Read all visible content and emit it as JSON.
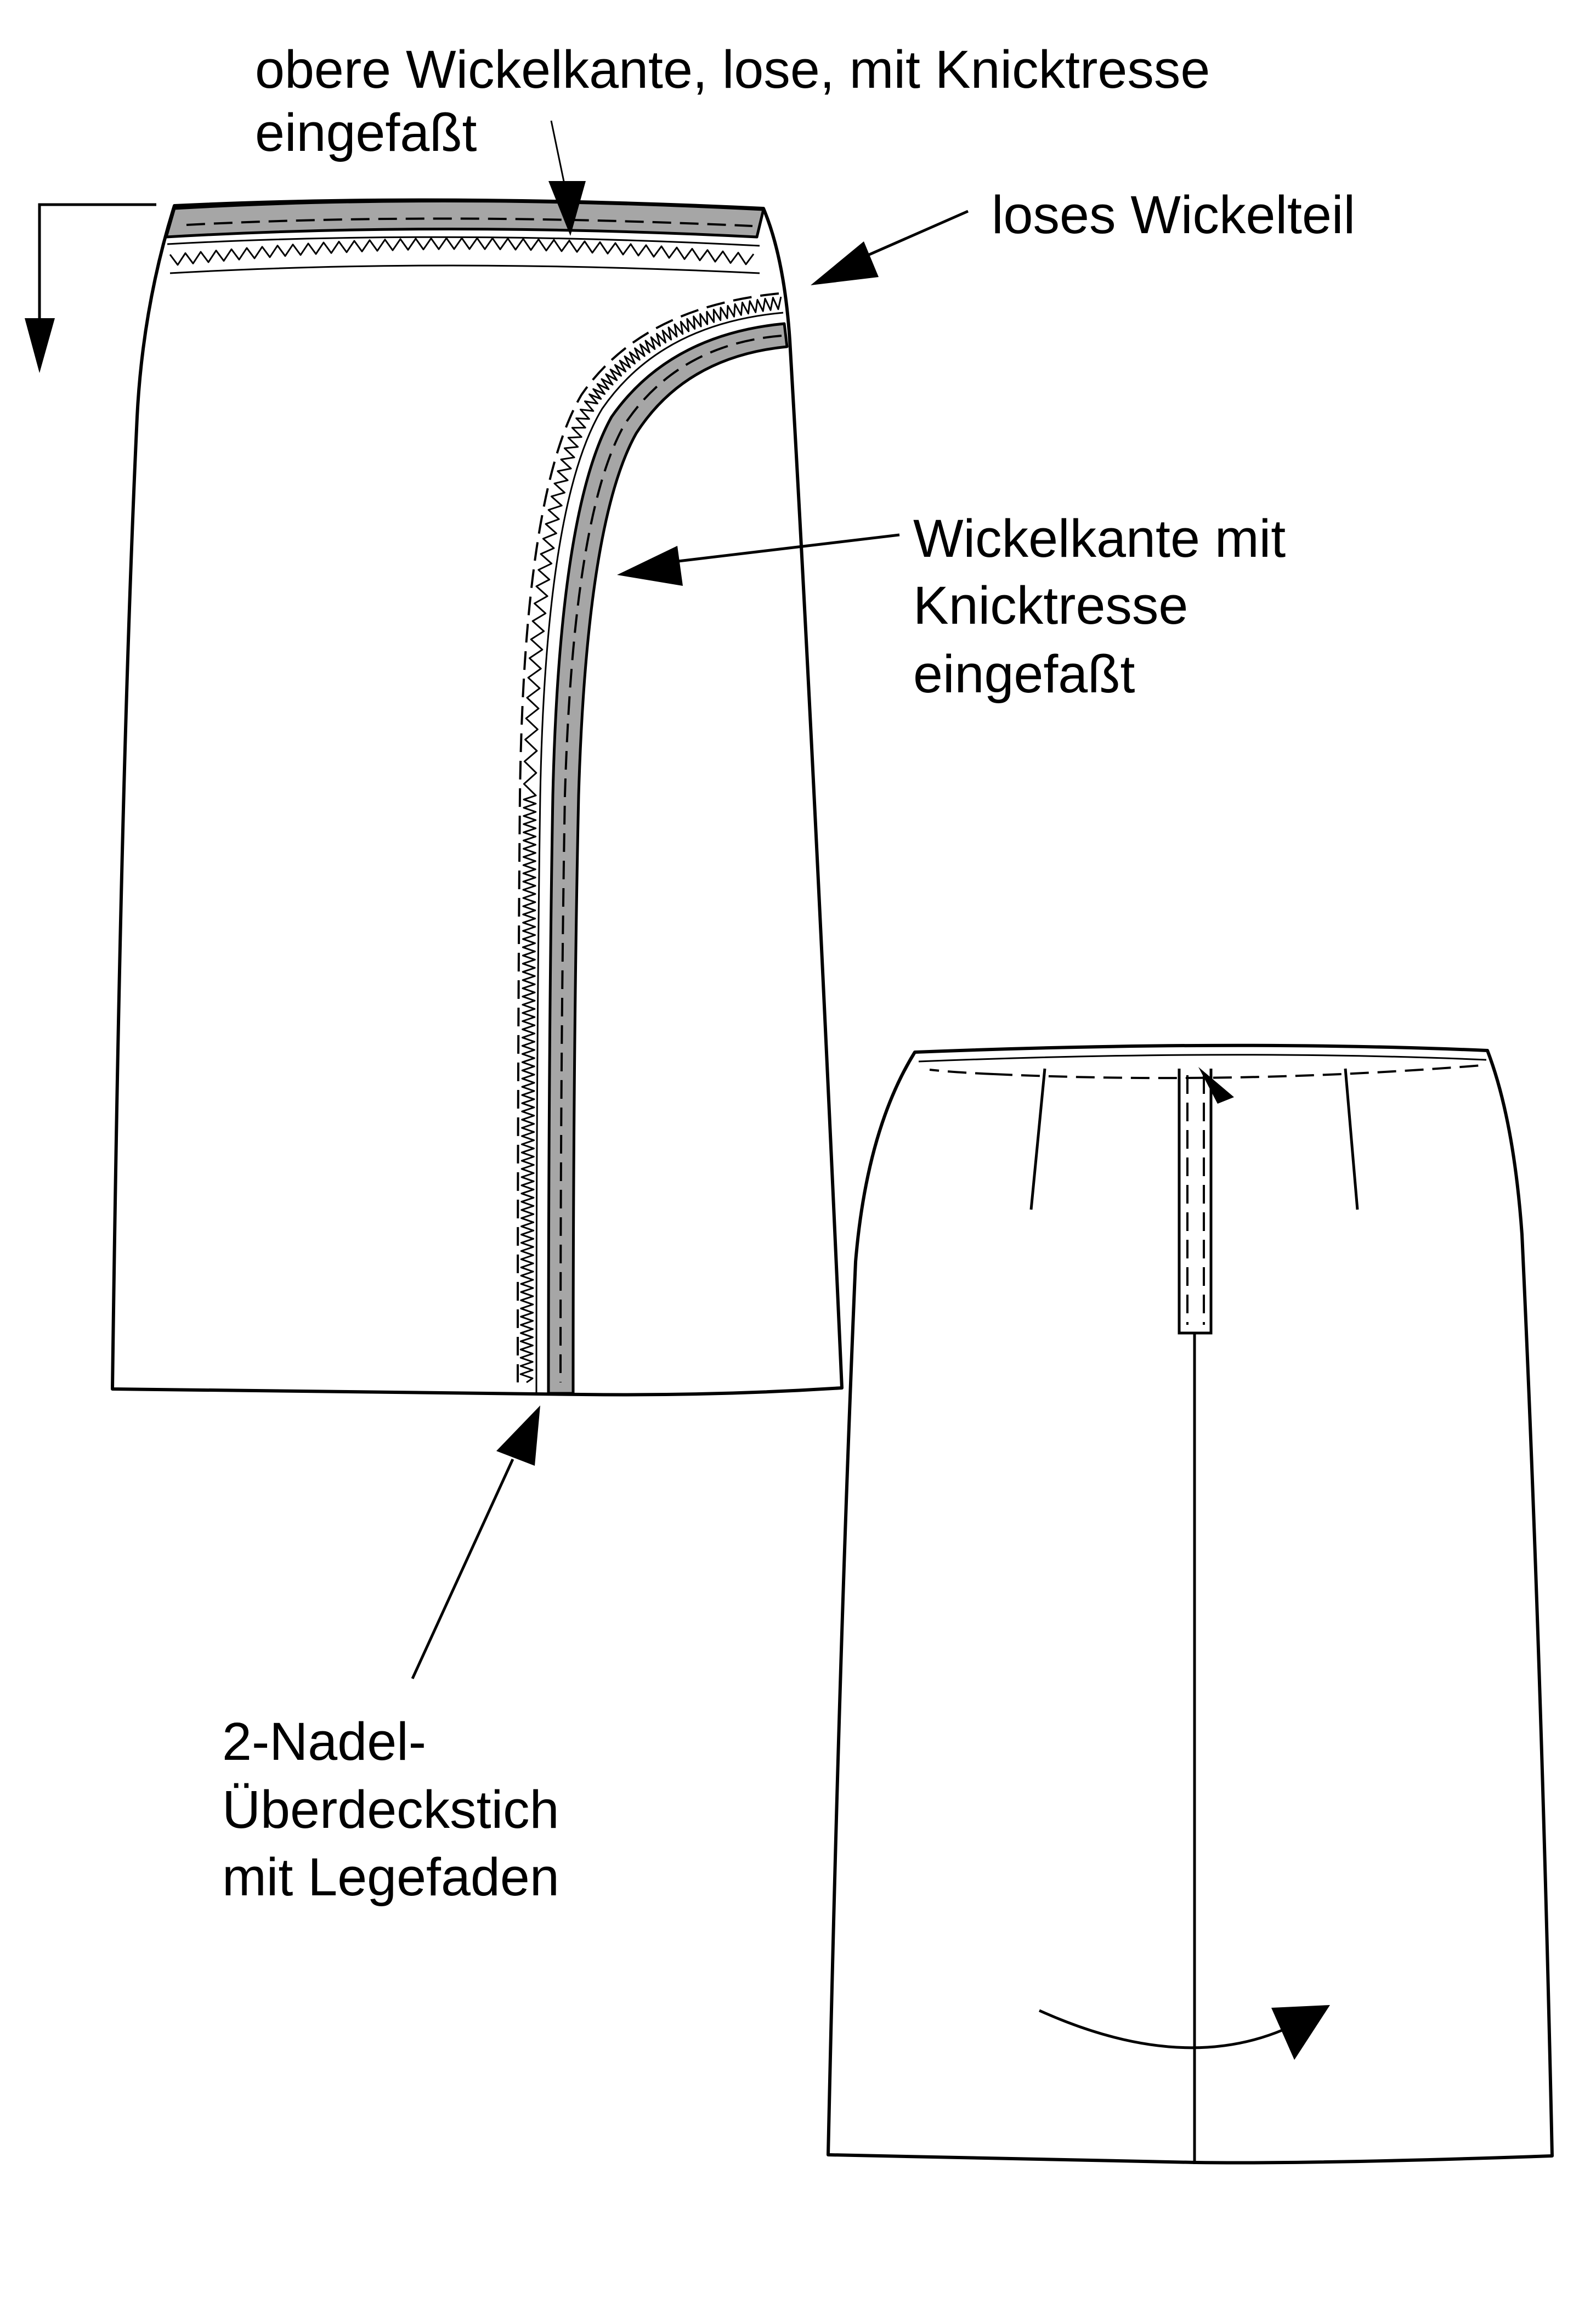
{
  "labels": {
    "top_edge_line1": "obere Wickelkante, lose,  mit Knicktresse",
    "top_edge_line2": "eingefaßt",
    "loose_panel": "loses Wickelteil",
    "wrap_edge_line1": "Wickelkante mit",
    "wrap_edge_line2": "Knicktresse",
    "wrap_edge_line3": "eingefaßt",
    "coverstitch_line1": "2-Nadel-",
    "coverstitch_line2": "Überdeckstich",
    "coverstitch_line3": "mit Legefaden"
  },
  "colors": {
    "line": "#000000",
    "binding_tape": "#a6a6a6",
    "background": "#ffffff"
  }
}
